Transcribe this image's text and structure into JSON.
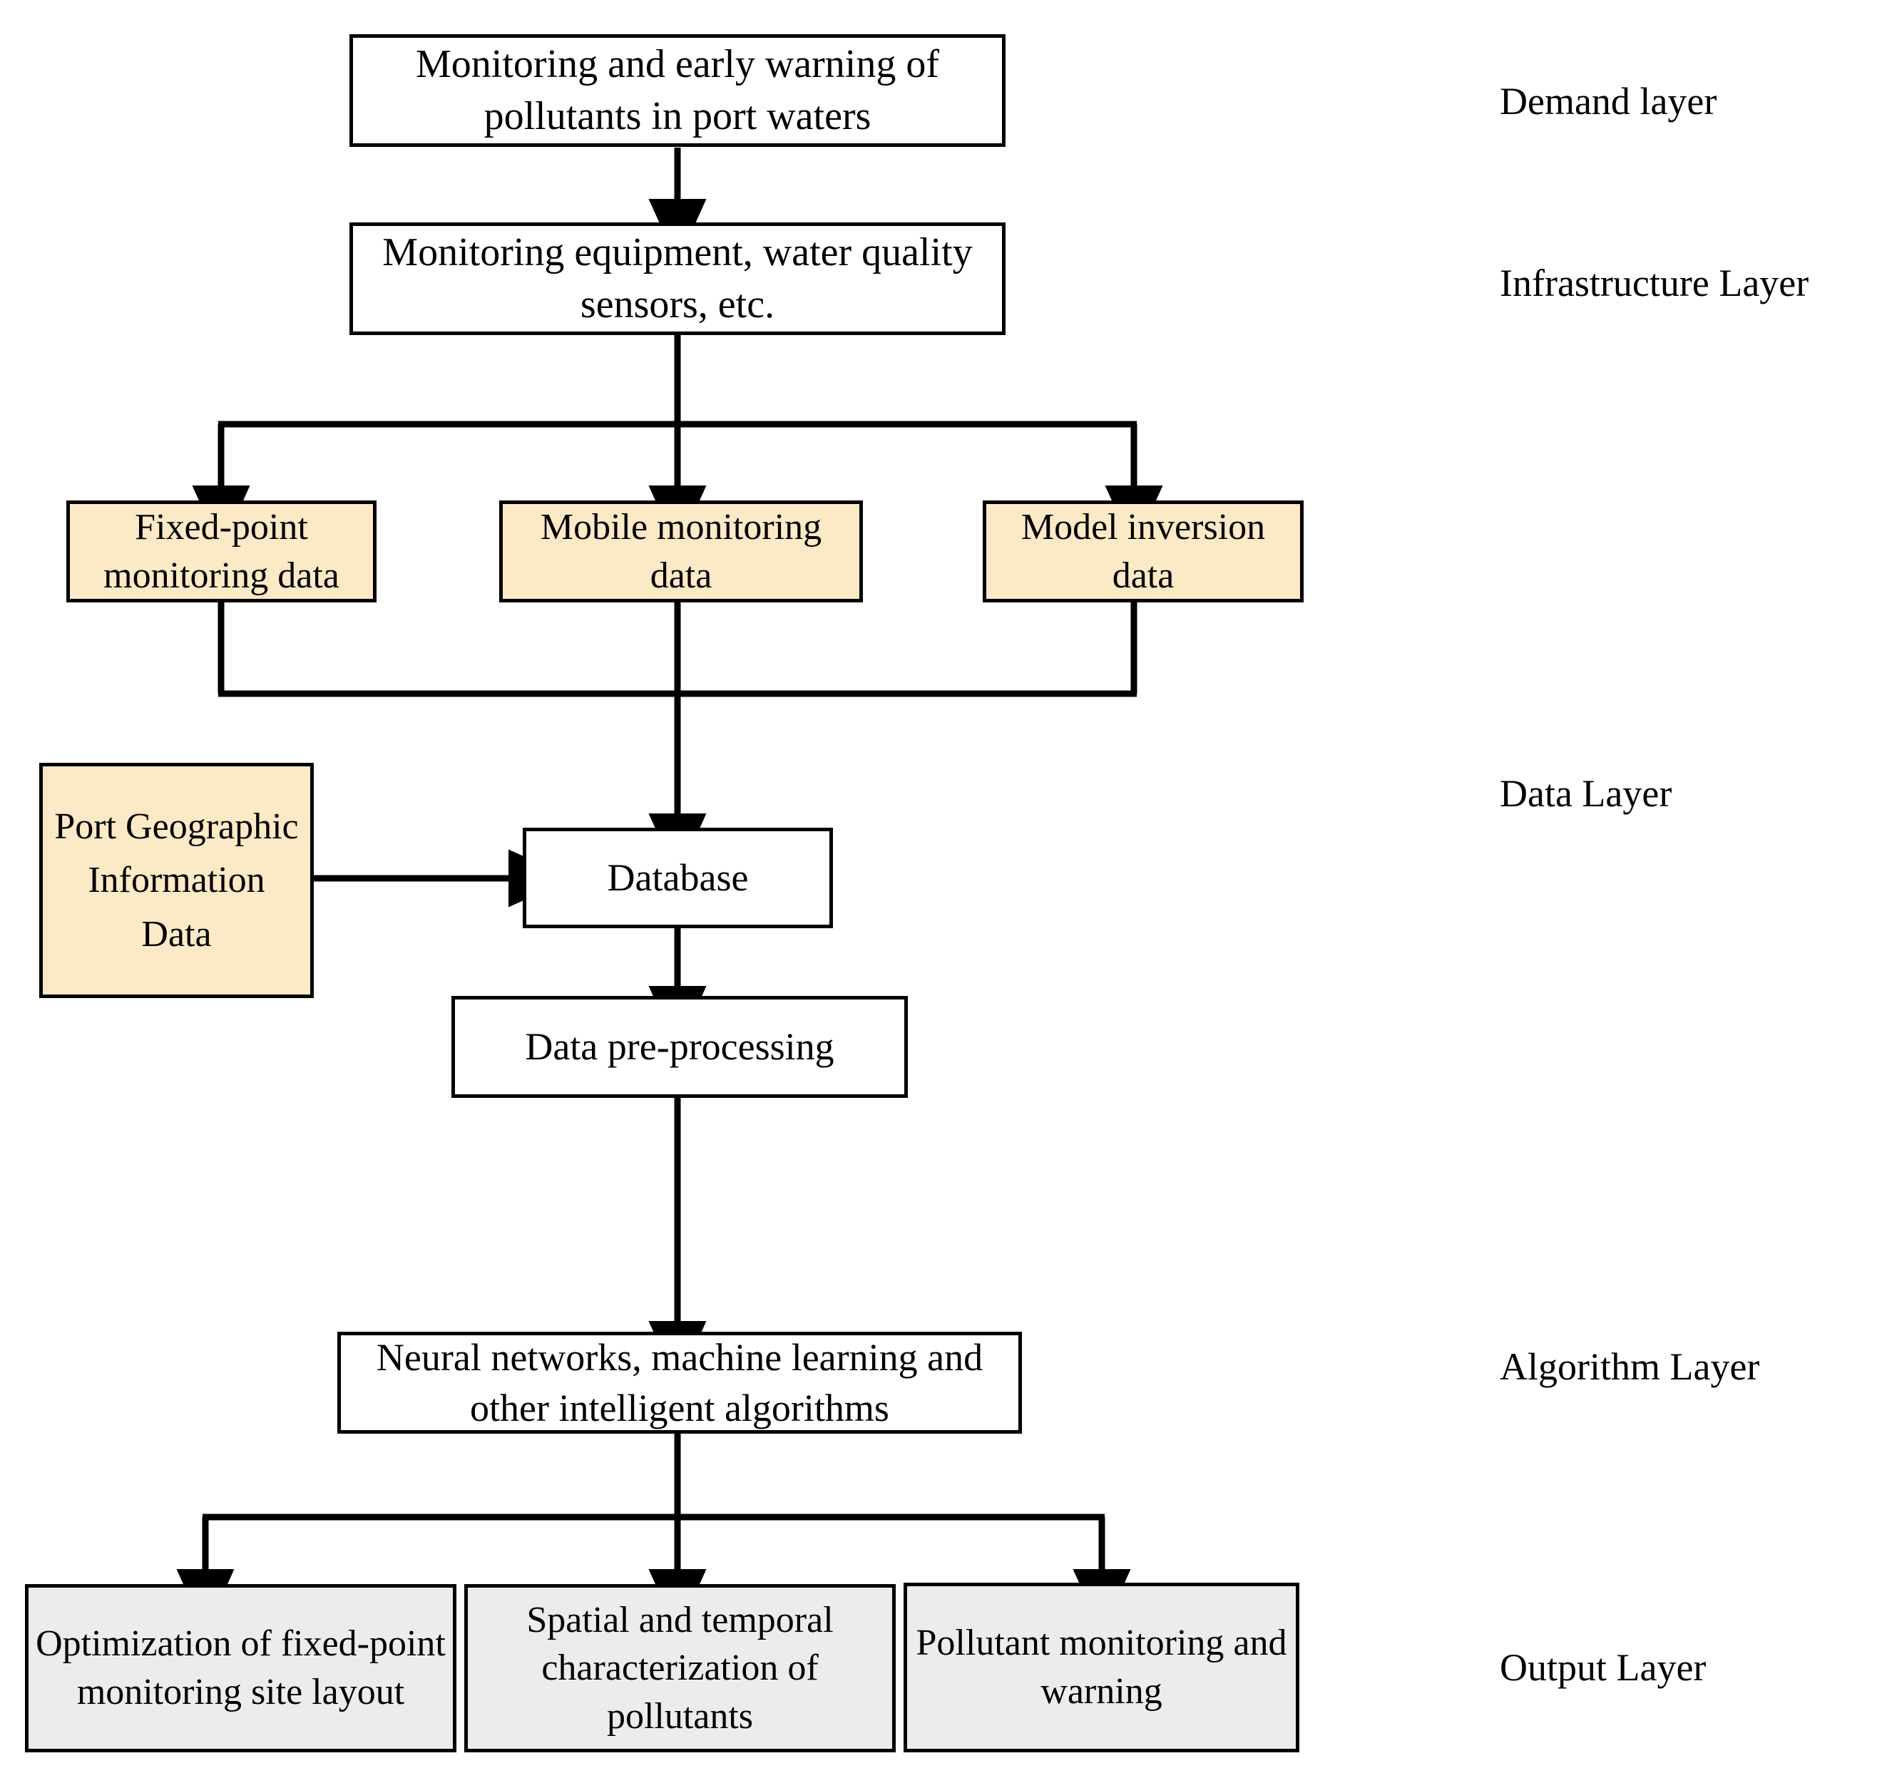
{
  "diagram": {
    "title_text": "Monitoring and early warning of pollutants in port waters",
    "nodes": {
      "demand": "Monitoring and early warning of pollutants in port waters",
      "infrastructure": "Monitoring equipment, water quality sensors, etc.",
      "fixed_point_data": "Fixed-point monitoring data",
      "mobile_data": "Mobile monitoring data",
      "model_inversion_data": "Model inversion data",
      "port_gis_data": "Port Geographic Information Data",
      "database": "Database",
      "preprocessing": "Data pre-processing",
      "algorithms": "Neural networks, machine learning and other intelligent algorithms",
      "output_site_layout": "Optimization of fixed-point monitoring site layout",
      "output_spatiotemporal": "Spatial and temporal characterization of pollutants",
      "output_warning": "Pollutant monitoring and warning"
    },
    "layer_labels": {
      "demand": "Demand layer",
      "infrastructure": "Infrastructure Layer",
      "data": "Data Layer",
      "algorithm": "Algorithm Layer",
      "output": "Output Layer"
    },
    "colors": {
      "stroke": "#000000",
      "node_white": "#ffffff",
      "node_yellow": "#FCE9C6",
      "node_gray": "#ECECEC",
      "background": "#ffffff"
    }
  }
}
